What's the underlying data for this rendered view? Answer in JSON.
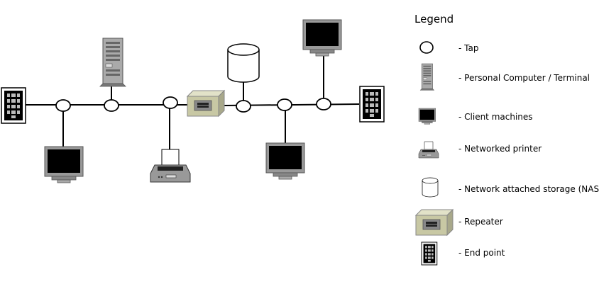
{
  "legend": {
    "title": "Legend",
    "items": [
      {
        "icon": "tap-icon",
        "label": "- Tap"
      },
      {
        "icon": "personal-computer-terminal-icon",
        "label": "- Personal Computer / Terminal"
      },
      {
        "icon": "client-machine-icon",
        "label": "- Client machines"
      },
      {
        "icon": "networked-printer-icon",
        "label": "- Networked printer"
      },
      {
        "icon": "nas-icon",
        "label": "- Network attached storage (NAS)"
      },
      {
        "icon": "repeater-icon",
        "label": "- Repeater"
      },
      {
        "icon": "end-point-icon",
        "label": "- End point"
      }
    ]
  },
  "colors": {
    "line": "#000000",
    "device_gray": "#999999",
    "repeater": "#cccca8",
    "screen": "#000000"
  }
}
